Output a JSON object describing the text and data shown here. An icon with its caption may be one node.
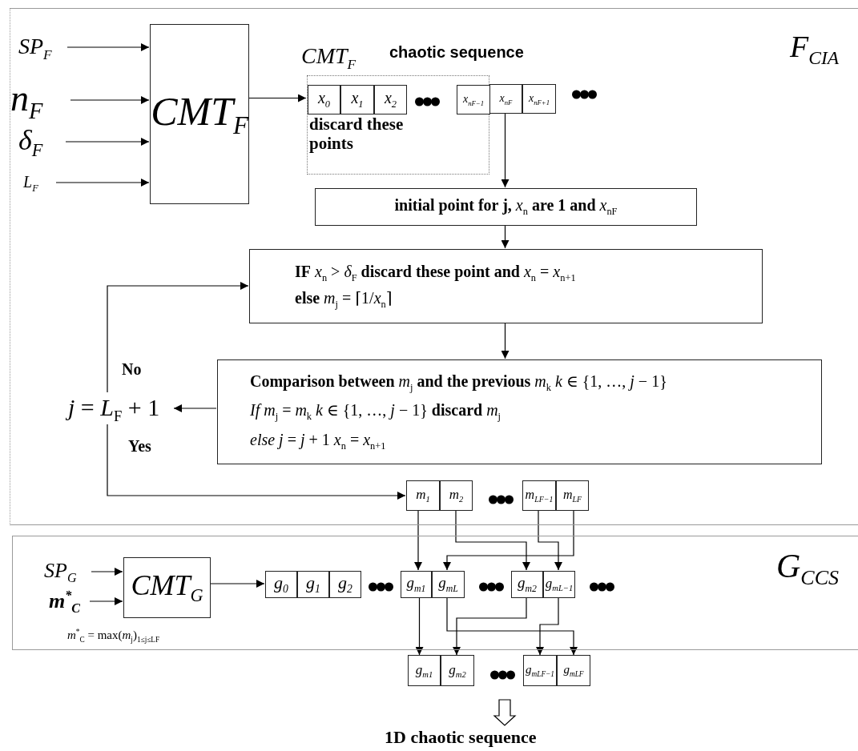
{
  "diagram": {
    "nodes": [
      {
        "text": [
          "F$_{CIA}$"
        ]
      },
      {
        "text": [
          "SP$_{F}$"
        ],
        "in": 0
      },
      {
        "text": [
          "n$_{F}$"
        ],
        "in": 0
      },
      {
        "text": [
          "δ$_{F}$"
        ],
        "in": 0
      },
      {
        "text": [
          "L$_{F}$"
        ],
        "in": 0
      },
      {
        "text": [
          "CMT$_{F}$"
        ],
        "in": 0
      },
      {
        "text": [
          "discard these points"
        ],
        "in": 0
      },
      {
        "text": [
          "x$_{0}$"
        ],
        "in": 6
      },
      {
        "text": [
          "x$_{1}$"
        ],
        "in": 6
      },
      {
        "text": [
          "x$_{2}$"
        ],
        "in": 6
      },
      {
        "text": [
          "x$_{nF−1}$"
        ],
        "in": 6
      },
      {
        "text": [
          "x$_{nF}$"
        ],
        "in": 0
      },
      {
        "text": [
          "x$_{nF+1}$"
        ],
        "in": 0
      },
      {
        "text": [
          "**initial point for j,** *x*$_{n}$ **are 1 and** *x*$_{nF}$"
        ],
        "in": 0
      },
      {
        "text": [
          "**IF** *x*$_{n}$ > *δ*$_{F}$ **discard these point and** *x*$_{n}$ = *x*$_{n+1}$",
          "**else** *m*$_{j}$ = ⌈1/*x*$_{n}$⌉"
        ],
        "in": 0
      },
      {
        "text": [
          "**Comparison between** *m*$_{j}$ **and the previous** *m*$_{k}$ *k* ∈ {1, …, *j* − 1}",
          "*If* *m*$_{j}$ = *m*$_{k}$ *k* ∈ {1, …, *j* − 1} **discard** *m*$_{j}$",
          "*else* *j* = *j* + 1 *x*$_{n}$ = *x*$_{n+1}$"
        ],
        "in": 0
      },
      {
        "text": [
          "*j* = *L*$_{F}$ + 1"
        ],
        "in": 0
      },
      {
        "text": [
          "m$_{1}$"
        ],
        "in": 0
      },
      {
        "text": [
          "m$_{2}$"
        ],
        "in": 0
      },
      {
        "text": [
          "m$_{LF−1}$"
        ],
        "in": 0
      },
      {
        "text": [
          "m$_{LF}$"
        ],
        "in": 0
      },
      {
        "text": [
          "G$_{CCS}$"
        ]
      },
      {
        "text": [
          "SP$_{G}$"
        ],
        "in": 21
      },
      {
        "text": [
          "m$^{*}$$_{C}$"
        ],
        "in": 21
      },
      {
        "text": [
          "CMT$_{G}$"
        ],
        "in": 21
      },
      {
        "text": [
          "g$_{0}$"
        ],
        "in": 21
      },
      {
        "text": [
          "g$_{1}$"
        ],
        "in": 21
      },
      {
        "text": [
          "g$_{2}$"
        ],
        "in": 21
      },
      {
        "text": [
          "g$_{m1}$"
        ],
        "in": 21
      },
      {
        "text": [
          "g$_{mL}$"
        ],
        "in": 21
      },
      {
        "text": [
          "g$_{m2}$"
        ],
        "in": 21
      },
      {
        "text": [
          "g$_{mL−1}$"
        ],
        "in": 21
      },
      {
        "text": [
          "g$_{m1}$"
        ]
      },
      {
        "text": [
          "g$_{m2}$"
        ]
      },
      {
        "text": [
          "g$_{mLF−1}$"
        ]
      },
      {
        "text": [
          "g$_{mLF}$"
        ]
      },
      {
        "text": [
          "1D chaotic sequence"
        ]
      }
    ],
    "edges": [
      {
        "from": 1,
        "to": 5,
        "arrow": "to"
      },
      {
        "from": 2,
        "to": 5,
        "arrow": "to"
      },
      {
        "from": 3,
        "to": 5,
        "arrow": "to"
      },
      {
        "from": 4,
        "to": 5,
        "arrow": "to"
      },
      {
        "from": 5,
        "to": 7,
        "arrow": "to"
      },
      {
        "from": 11,
        "to": 13,
        "arrow": "to"
      },
      {
        "from": 13,
        "to": 14,
        "arrow": "to"
      },
      {
        "from": 14,
        "to": 15,
        "arrow": "to"
      },
      {
        "from": 15,
        "to": 16,
        "arrow": "to"
      },
      {
        "from": 16,
        "to": 14,
        "arrow": "to",
        "label": "No"
      },
      {
        "from": 16,
        "to": 17,
        "arrow": "to",
        "label": "Yes"
      },
      {
        "from": 17,
        "to": 28,
        "arrow": "to"
      },
      {
        "from": 18,
        "to": 30,
        "arrow": "to"
      },
      {
        "from": 19,
        "to": 31,
        "arrow": "to"
      },
      {
        "from": 20,
        "to": 29,
        "arrow": "to"
      },
      {
        "from": 22,
        "to": 24,
        "arrow": "to"
      },
      {
        "from": 23,
        "to": 24,
        "arrow": "to"
      },
      {
        "from": 24,
        "to": 25,
        "arrow": "to"
      },
      {
        "from": 28,
        "to": 32,
        "arrow": "to"
      },
      {
        "from": 30,
        "to": 33,
        "arrow": "to"
      },
      {
        "from": 31,
        "to": 34,
        "arrow": "to"
      },
      {
        "from": 29,
        "to": 35,
        "arrow": "to"
      },
      {
        "from": null,
        "to": 36,
        "arrow": "to"
      }
    ],
    "labels": [
      "CMT$_{F}$",
      "chaotic sequence",
      "*m*$^{*}$$_{C}$ = max(*m*$_{j}$)$_{1≤j≤LF}$"
    ]
  }
}
